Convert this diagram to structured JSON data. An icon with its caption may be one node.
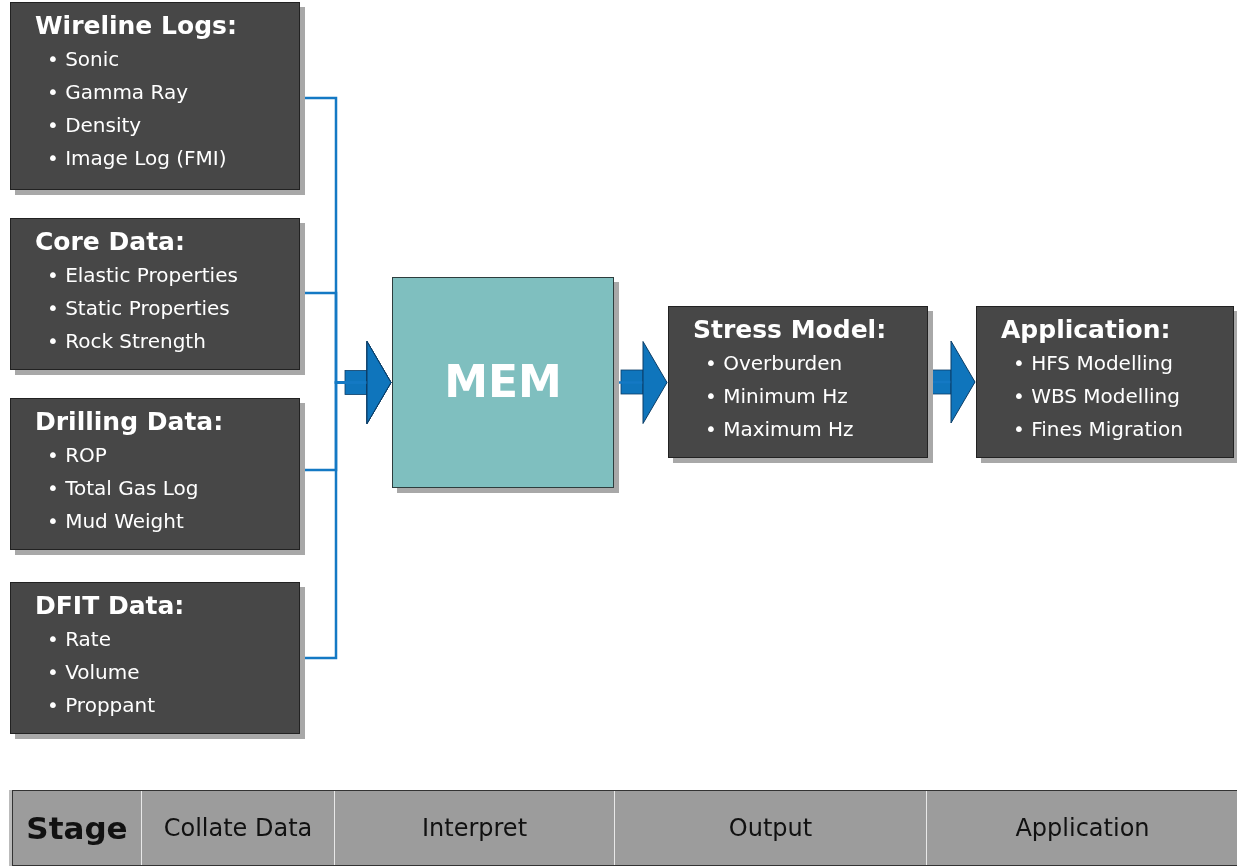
{
  "diagram": {
    "nodes": [
      {
        "text": [
          "Wireline Logs:",
          "• Sonic",
          "• Gamma Ray",
          "• Density",
          "• Image Log (FMI)"
        ]
      },
      {
        "text": [
          "Core Data:",
          "• Elastic Properties",
          "• Static Properties",
          "• Rock Strength"
        ]
      },
      {
        "text": [
          "Drilling Data:",
          "• ROP",
          "• Total Gas Log",
          "• Mud Weight"
        ]
      },
      {
        "text": [
          "DFIT Data:",
          "• Rate",
          "• Volume",
          "• Proppant"
        ]
      },
      {
        "text": [
          "MEM"
        ]
      },
      {
        "text": [
          "Stress Model:",
          "• Overburden",
          "• Minimum Hz",
          "• Maximum Hz"
        ]
      },
      {
        "text": [
          "Application:",
          "• HFS Modelling",
          "• WBS Modelling",
          "• Fines Migration"
        ]
      }
    ],
    "edges": [
      {
        "from": 0,
        "to": 4,
        "arrow": "to"
      },
      {
        "from": 1,
        "to": 4,
        "arrow": "to"
      },
      {
        "from": 2,
        "to": 4,
        "arrow": "to"
      },
      {
        "from": 3,
        "to": 4,
        "arrow": "to"
      },
      {
        "from": 4,
        "to": 5,
        "arrow": "to"
      },
      {
        "from": 5,
        "to": 6,
        "arrow": "to"
      }
    ],
    "labels": [
      "Stage",
      "Collate Data",
      "Interpret",
      "Output",
      "Application"
    ]
  }
}
